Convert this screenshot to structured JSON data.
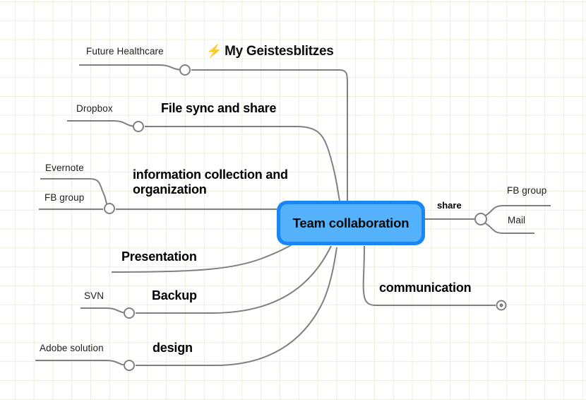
{
  "title": {
    "icon": "lightning-bolt-icon",
    "bolt_glyph": "⚡",
    "text": "My Geistesblitzes"
  },
  "colors": {
    "root_border": "#1a86f5",
    "root_fill": "#54b2fb",
    "edge": "#808080",
    "grid": "#e9f0dc",
    "bolt": "#ffc02d",
    "text": "#000000"
  },
  "root": {
    "label": "Team collaboration"
  },
  "branches": [
    {
      "id": "file-sync-and-share",
      "label": "File sync and share",
      "side": "left",
      "has_connector_dot": true,
      "children": [
        {
          "label": "Future Healthcare"
        },
        {
          "label": "Dropbox"
        }
      ]
    },
    {
      "id": "information-collection-and-organization",
      "label": "information collection and organization",
      "side": "left",
      "has_connector_dot": true,
      "children": [
        {
          "label": "Evernote"
        },
        {
          "label": "FB group"
        }
      ]
    },
    {
      "id": "presentation",
      "label": "Presentation",
      "side": "left",
      "has_connector_dot": false,
      "children": []
    },
    {
      "id": "backup",
      "label": "Backup",
      "side": "left",
      "has_connector_dot": true,
      "children": [
        {
          "label": "SVN"
        }
      ]
    },
    {
      "id": "design",
      "label": "design",
      "side": "left",
      "has_connector_dot": true,
      "children": [
        {
          "label": "Adobe solution"
        }
      ]
    },
    {
      "id": "share",
      "label": "share",
      "side": "right",
      "has_connector_dot": true,
      "children": [
        {
          "label": "FB group"
        },
        {
          "label": "Mail"
        }
      ]
    },
    {
      "id": "communication",
      "label": "communication",
      "side": "right",
      "has_connector_dot": true,
      "collapsed": true,
      "children": []
    }
  ],
  "labels": {
    "future_healthcare": "Future Healthcare",
    "dropbox": "Dropbox",
    "file_sync": "File sync and share",
    "evernote": "Evernote",
    "fb_group_left": "FB group",
    "info_line1": "information collection and",
    "info_line2": "organization",
    "presentation": "Presentation",
    "svn": "SVN",
    "backup": "Backup",
    "adobe_solution": "Adobe solution",
    "design": "design",
    "share": "share",
    "fb_group_right": "FB group",
    "mail": "Mail",
    "communication": "communication"
  }
}
